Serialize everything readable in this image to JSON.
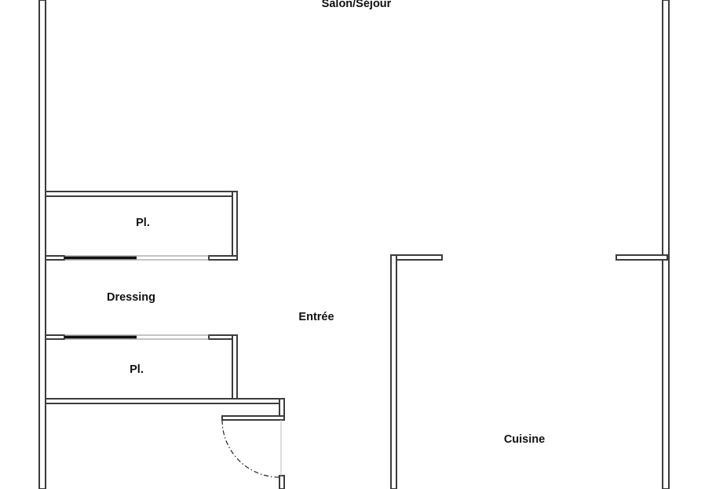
{
  "rooms": {
    "salon": "Salon/Séjour",
    "placard_top": "Pl.",
    "dressing": "Dressing",
    "entree": "Entrée",
    "placard_bottom": "Pl.",
    "cuisine": "Cuisine"
  },
  "colors": {
    "wall_stroke": "#3c3c3c",
    "background": "#ffffff",
    "text": "#111111"
  }
}
